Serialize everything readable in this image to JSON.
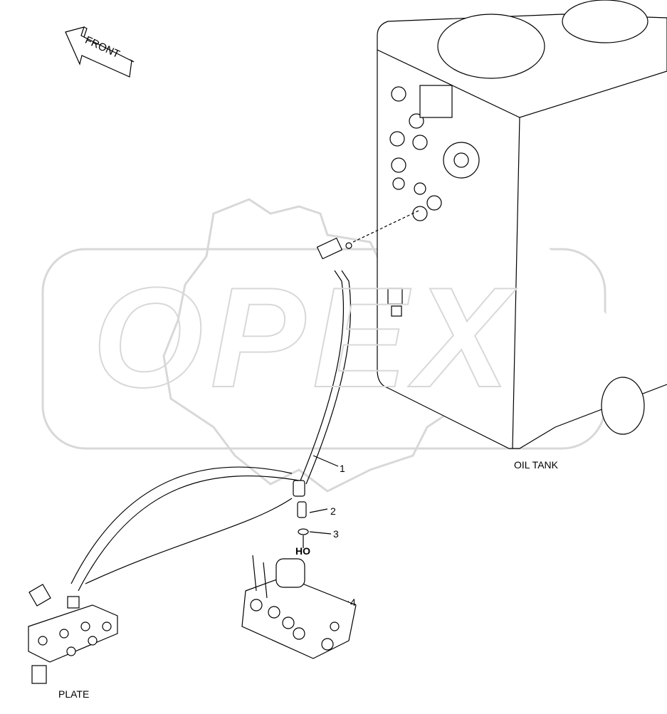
{
  "diagram": {
    "front_arrow_label": "FRONT",
    "watermark": "OPEX",
    "assembly_labels": {
      "oil_tank": "OIL TANK",
      "plate": "PLATE",
      "ho": "HO"
    },
    "callouts": [
      {
        "number": "1",
        "part": "hose"
      },
      {
        "number": "2",
        "part": "elbow fitting"
      },
      {
        "number": "3",
        "part": "o-ring"
      },
      {
        "number": "4",
        "part": "valve block"
      }
    ]
  }
}
